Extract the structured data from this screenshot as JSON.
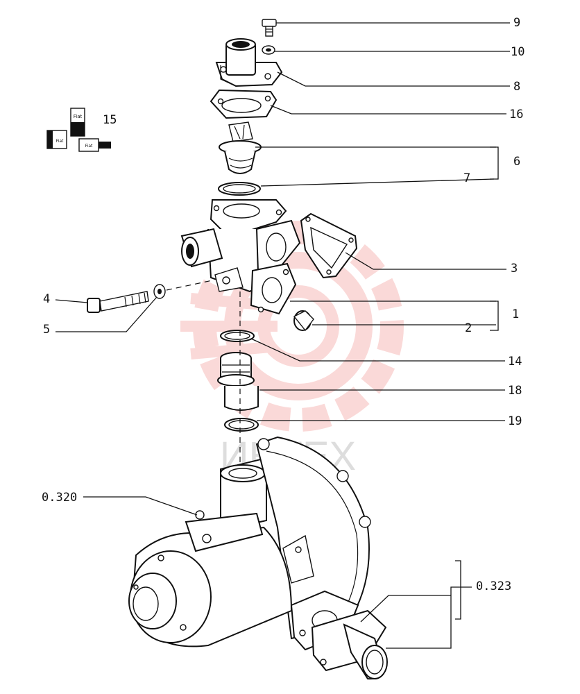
{
  "colors": {
    "ink": "#111111",
    "watermark": "#e8342c",
    "watermark_text": "#c8c8c8"
  },
  "watermark": {
    "text": "ИНТЕХ"
  },
  "callouts": {
    "c9": "9",
    "c10": "10",
    "c8": "8",
    "c16": "16",
    "c6": "6",
    "c7": "7",
    "c15": "15",
    "c3": "3",
    "c1": "1",
    "c4": "4",
    "c5": "5",
    "c2": "2",
    "c14": "14",
    "c18": "18",
    "c19": "19",
    "c0320": "0.320",
    "c0323": "0.323"
  },
  "kit_labels": {
    "tube": "Fiat",
    "box_left": "Fiat",
    "box_right": "Fiat"
  }
}
